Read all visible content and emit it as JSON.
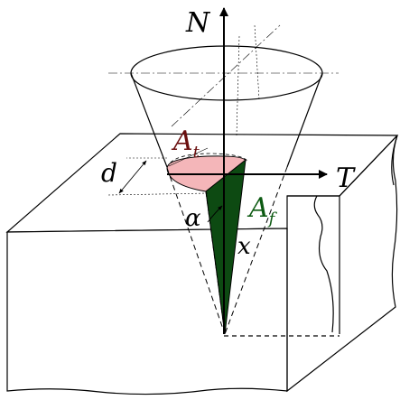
{
  "labels": {
    "N": "N",
    "T": "T",
    "d": "d",
    "alpha": "α",
    "x": "x",
    "At_main": "A",
    "At_sub": "t",
    "Af_main": "A",
    "Af_sub": "f"
  },
  "colors": {
    "stroke": "#000000",
    "contact_area_fill": "#f4b6b9",
    "contact_area_label": "#6b1010",
    "flank_fill": "#0d4a12",
    "flank_label": "#0d5a12"
  }
}
